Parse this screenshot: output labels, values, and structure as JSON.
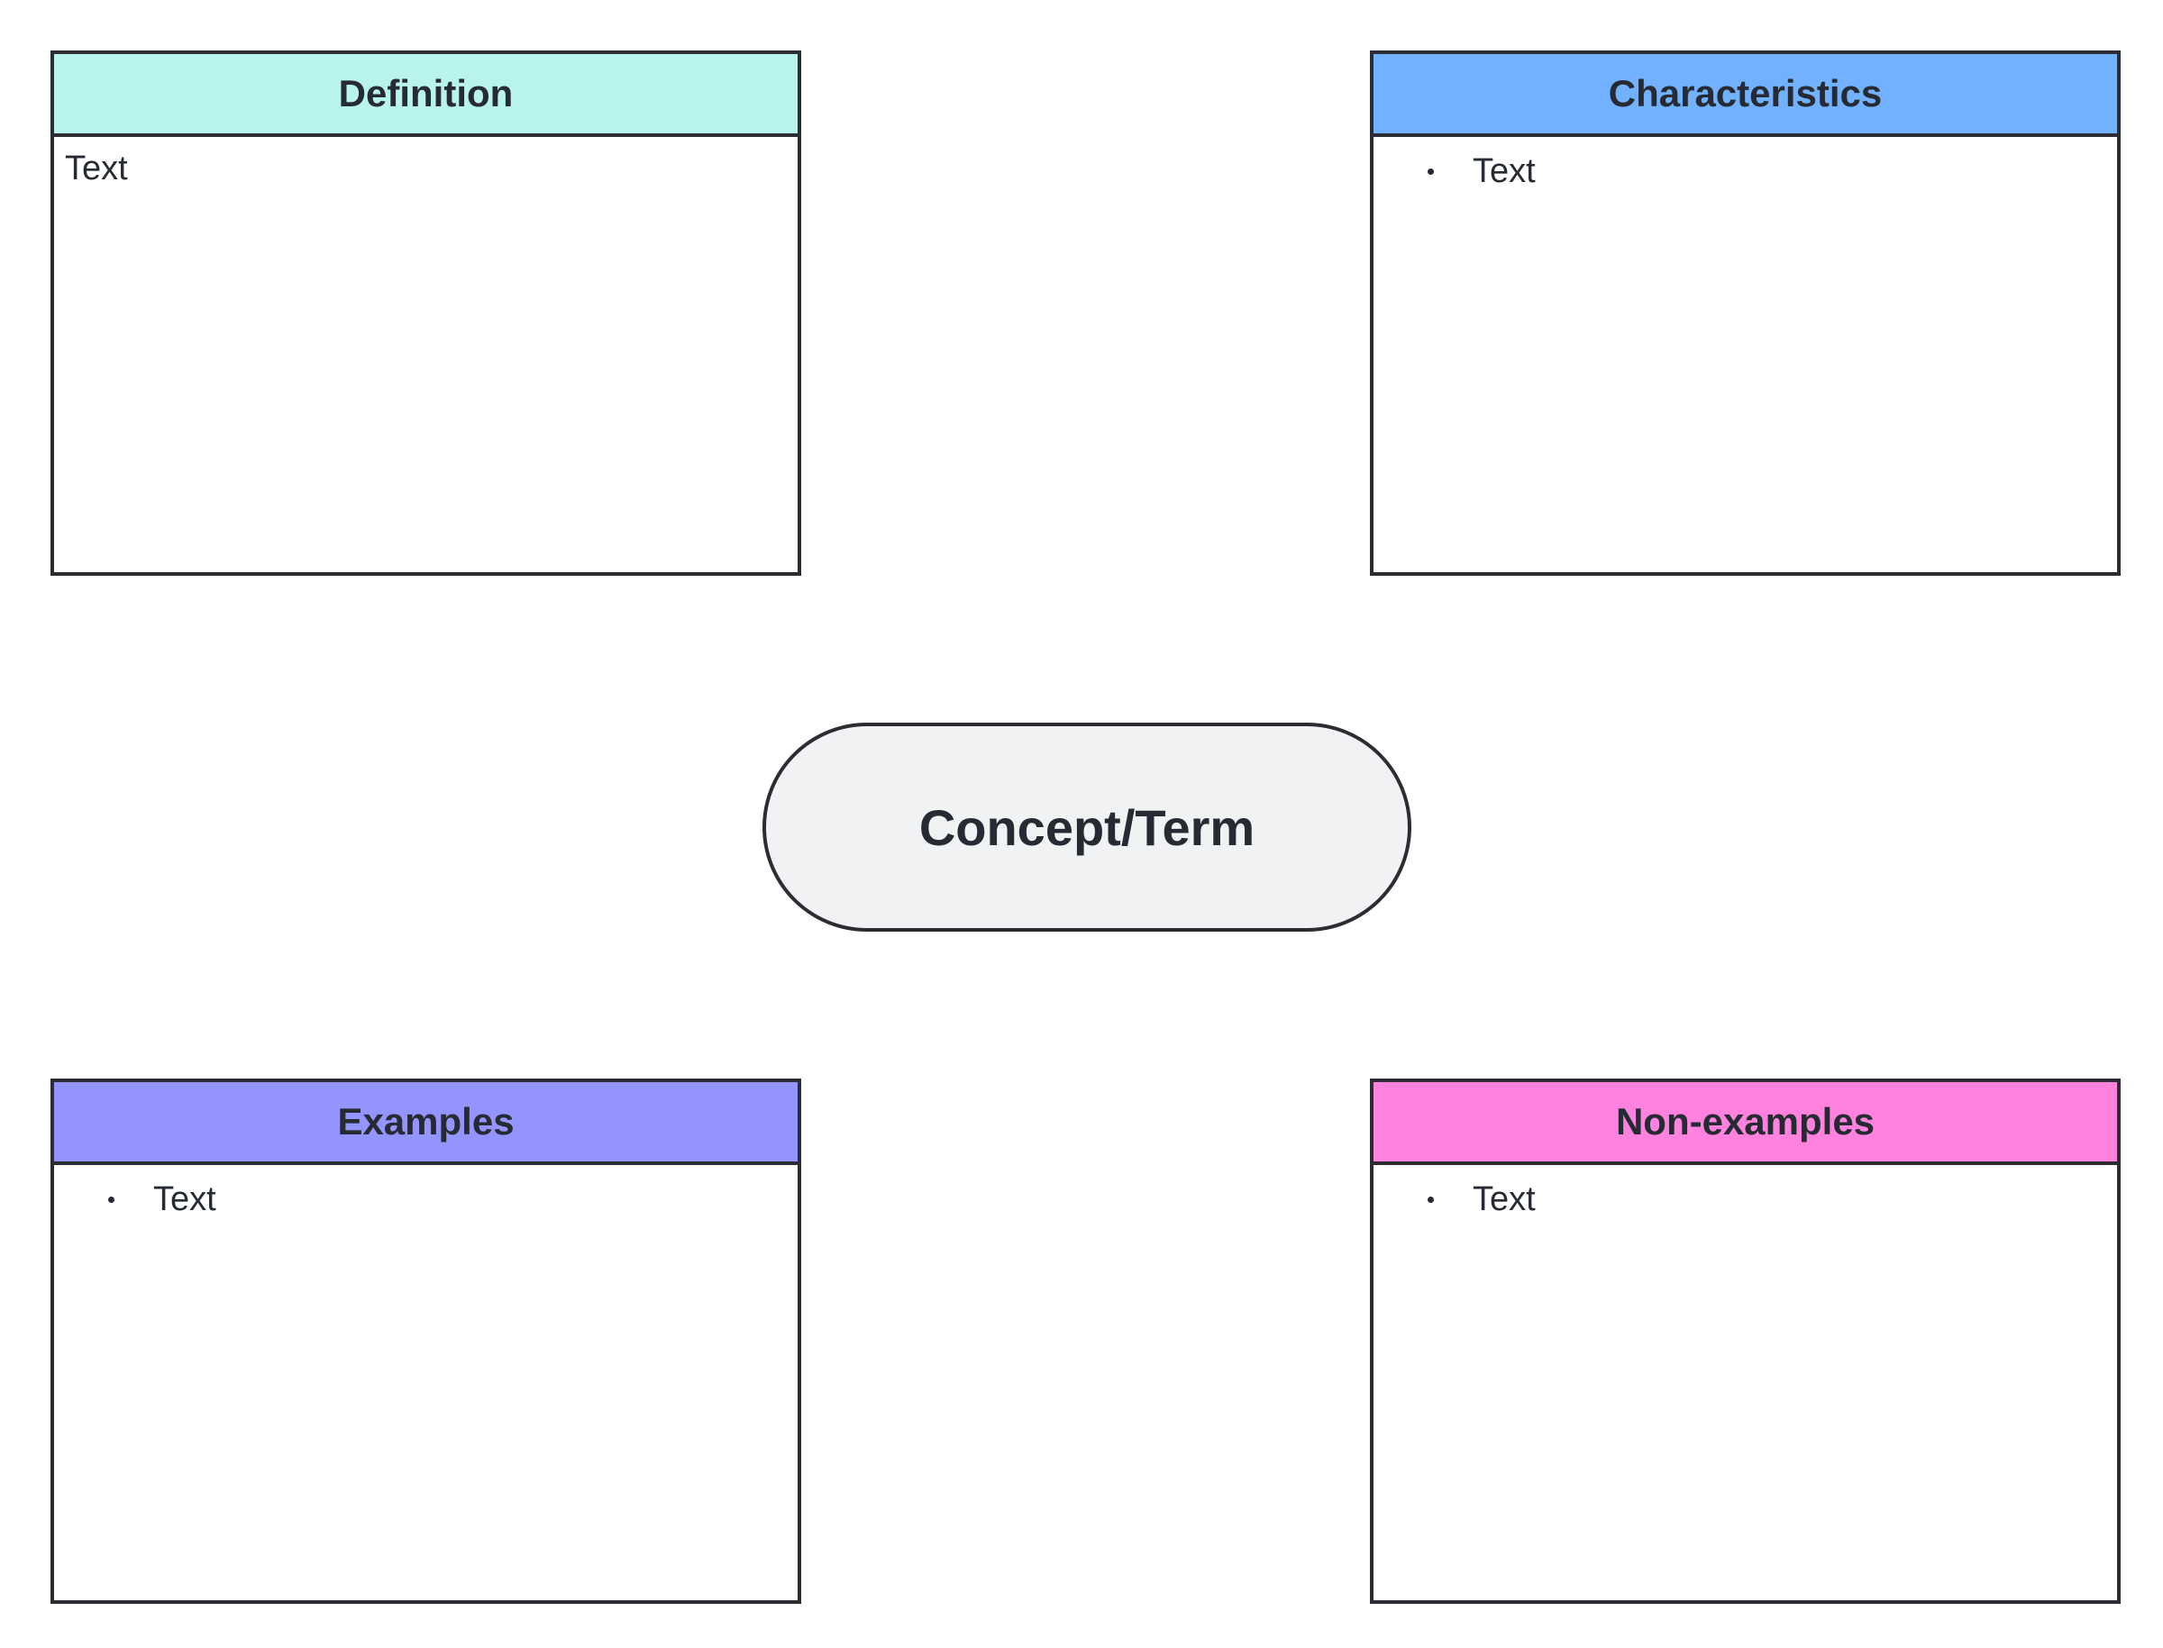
{
  "center": {
    "label": "Concept/Term",
    "fill": "#f1f2f4"
  },
  "panels": {
    "definition": {
      "title": "Definition",
      "header_color": "#b8f4ec",
      "text": "Text"
    },
    "characteristics": {
      "title": "Characteristics",
      "header_color": "#72b1fd",
      "items": [
        "Text"
      ]
    },
    "examples": {
      "title": "Examples",
      "header_color": "#9494ff",
      "items": [
        "Text"
      ]
    },
    "nonexamples": {
      "title": "Non-examples",
      "header_color": "#ff83de",
      "items": [
        "Text"
      ]
    }
  }
}
